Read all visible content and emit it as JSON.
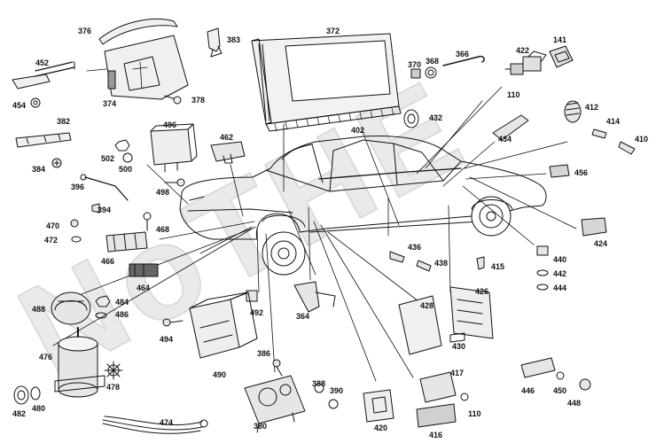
{
  "diagram": {
    "colors": {
      "ink": "#111111",
      "fill": "#e6e6e6",
      "watermark": "#cccccc",
      "background": "#ffffff"
    },
    "watermark_text": "NoTHE",
    "labels": {
      "l376": "376",
      "l383": "383",
      "l372": "372",
      "l452": "452",
      "l454": "454",
      "l374": "374",
      "l378": "378",
      "l370": "370",
      "l368": "368",
      "l366": "366",
      "l422": "422",
      "l141": "141",
      "l110a": "110",
      "l412": "412",
      "l414": "414",
      "l410": "410",
      "l382": "382",
      "l496": "496",
      "l462": "462",
      "l402": "402",
      "l432": "432",
      "l434": "434",
      "l502": "502",
      "l500": "500",
      "l384": "384",
      "l498": "498",
      "l396": "396",
      "l394": "394",
      "l456": "456",
      "l470": "470",
      "l468": "468",
      "l472": "472",
      "l466": "466",
      "l464": "464",
      "l424": "424",
      "l436": "436",
      "l438": "438",
      "l415": "415",
      "l440": "440",
      "l442": "442",
      "l444": "444",
      "l426": "426",
      "l428": "428",
      "l492": "492",
      "l488": "488",
      "l484": "484",
      "l486": "486",
      "l364": "364",
      "l494": "494",
      "l430": "430",
      "l476": "476",
      "l490": "490",
      "l386": "386",
      "l478": "478",
      "l417": "417",
      "l388": "388",
      "l390": "390",
      "l446": "446",
      "l450": "450",
      "l448": "448",
      "l482": "482",
      "l480": "480",
      "l380": "380",
      "l420": "420",
      "l110b": "110",
      "l474": "474",
      "l416": "416"
    }
  }
}
